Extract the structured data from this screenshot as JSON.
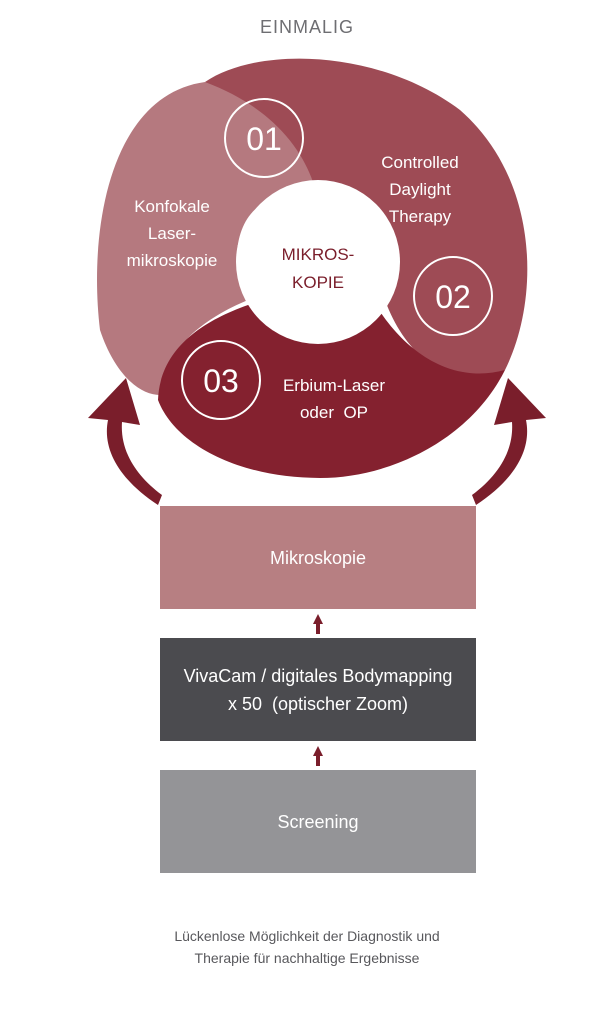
{
  "header": {
    "label": "EINMALIG"
  },
  "cycle": {
    "center": {
      "line1": "MIKROS-",
      "line2": "KOPIE"
    },
    "segments": [
      {
        "number": "01",
        "lines": [
          "Konfokale",
          "Laser-",
          "mikroskopie"
        ],
        "color": "#b5797f"
      },
      {
        "number": "02",
        "lines": [
          "Controlled",
          "Daylight",
          "Therapy"
        ],
        "color": "#9e4b55"
      },
      {
        "number": "03",
        "lines": [
          "Erbium-Laser",
          "oder  OP"
        ],
        "color": "#84212f"
      }
    ]
  },
  "stack": {
    "mikroskopie": "Mikroskopie",
    "vivacam_line1": "VivaCam / digitales Bodymapping",
    "vivacam_line2": "x 50  (optischer Zoom)",
    "screening": "Screening"
  },
  "caption": {
    "line1": "Lückenlose Möglichkeit der Diagnostik und",
    "line2": "Therapie für nachhaltige Ergebnisse"
  },
  "colors": {
    "arrow": "#7a1e2b",
    "center_text": "#7a1e2b",
    "box_mikroskopie": "#b77f82",
    "box_vivacam": "#4b4b4f",
    "box_screening": "#949497"
  }
}
